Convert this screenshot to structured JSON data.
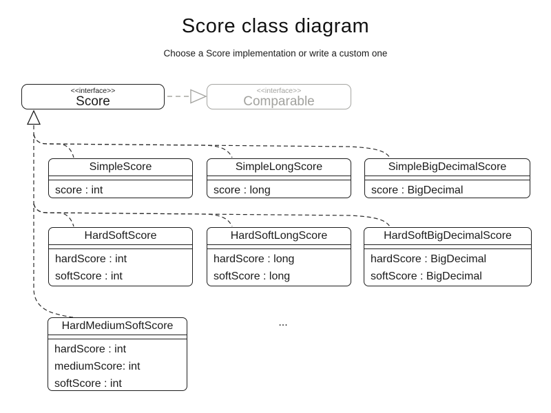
{
  "page": {
    "title": "Score class diagram",
    "subtitle": "Choose a Score implementation or write a custom one",
    "ellipsis": "..."
  },
  "interfaces": {
    "score": {
      "stereotype": "<<interface>>",
      "name": "Score"
    },
    "comparable": {
      "stereotype": "<<interface>>",
      "name": "Comparable"
    }
  },
  "classes": [
    {
      "name": "SimpleScore",
      "fields": [
        "score : int"
      ]
    },
    {
      "name": "SimpleLongScore",
      "fields": [
        "score : long"
      ]
    },
    {
      "name": "SimpleBigDecimalScore",
      "fields": [
        "score : BigDecimal"
      ]
    },
    {
      "name": "HardSoftScore",
      "fields": [
        "hardScore : int",
        "softScore : int"
      ]
    },
    {
      "name": "HardSoftLongScore",
      "fields": [
        "hardScore : long",
        "softScore : long"
      ]
    },
    {
      "name": "HardSoftBigDecimalScore",
      "fields": [
        "hardScore : BigDecimal",
        "softScore : BigDecimal"
      ]
    },
    {
      "name": "HardMediumSoftScore",
      "fields": [
        "hardScore : int",
        "mediumScore: int",
        "softScore : int"
      ]
    }
  ],
  "colors": {
    "line": "#1c1c1c",
    "dashed_line": "#2a2a2a",
    "muted": "#a5a5a1",
    "background": "#ffffff"
  }
}
